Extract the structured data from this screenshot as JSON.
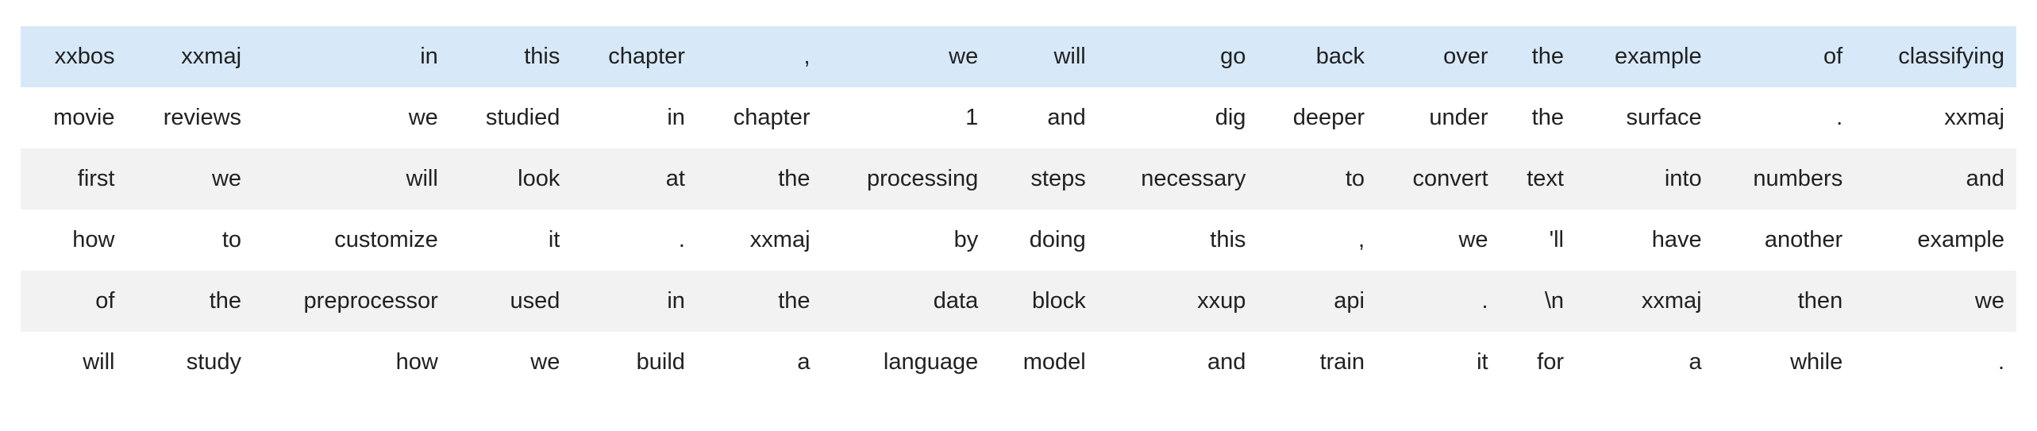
{
  "colors": {
    "highlight_row_bg": "#d7e9f8",
    "stripe_row_bg": "#f2f2f2",
    "default_row_bg": "#ffffff",
    "text": "#212121",
    "page_bg": "#ffffff"
  },
  "table": {
    "description": "tokenized-text batch table, 6 rows x 15 token columns, first row highlighted",
    "rows": [
      {
        "highlighted": true,
        "cells": [
          "xxbos",
          "xxmaj",
          "in",
          "this",
          "chapter",
          ",",
          "we",
          "will",
          "go",
          "back",
          "over",
          "the",
          "example",
          "of",
          "classifying"
        ]
      },
      {
        "highlighted": false,
        "cells": [
          "movie",
          "reviews",
          "we",
          "studied",
          "in",
          "chapter",
          "1",
          "and",
          "dig",
          "deeper",
          "under",
          "the",
          "surface",
          ".",
          "xxmaj"
        ]
      },
      {
        "highlighted": false,
        "cells": [
          "first",
          "we",
          "will",
          "look",
          "at",
          "the",
          "processing",
          "steps",
          "necessary",
          "to",
          "convert",
          "text",
          "into",
          "numbers",
          "and"
        ]
      },
      {
        "highlighted": false,
        "cells": [
          "how",
          "to",
          "customize",
          "it",
          ".",
          "xxmaj",
          "by",
          "doing",
          "this",
          ",",
          "we",
          "'ll",
          "have",
          "another",
          "example"
        ]
      },
      {
        "highlighted": false,
        "cells": [
          "of",
          "the",
          "preprocessor",
          "used",
          "in",
          "the",
          "data",
          "block",
          "xxup",
          "api",
          ".",
          "\\n",
          "xxmaj",
          "then",
          "we"
        ]
      },
      {
        "highlighted": false,
        "cells": [
          "will",
          "study",
          "how",
          "we",
          "build",
          "a",
          "language",
          "model",
          "and",
          "train",
          "it",
          "for",
          "a",
          "while",
          "."
        ]
      }
    ]
  }
}
